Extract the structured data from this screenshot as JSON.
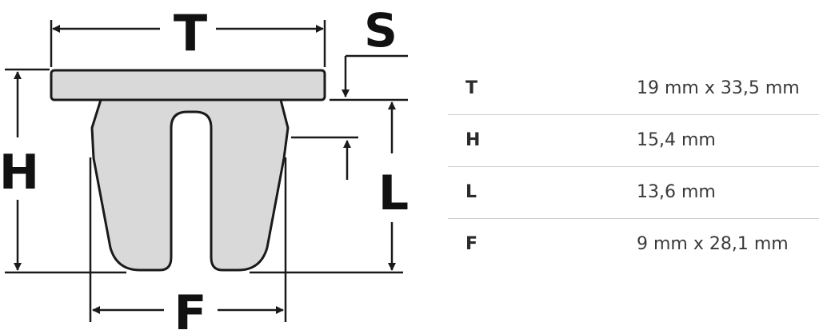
{
  "diagram": {
    "labels": {
      "t": "T",
      "s": "S",
      "h": "H",
      "l": "L",
      "f": "F"
    },
    "part_fill": "#d9d9d9",
    "line_color": "#1a1a1a"
  },
  "specs": [
    {
      "key": "T",
      "value": "19 mm x 33,5 mm"
    },
    {
      "key": "H",
      "value": "15,4 mm"
    },
    {
      "key": "L",
      "value": "13,6 mm"
    },
    {
      "key": "F",
      "value": "9 mm x 28,1 mm"
    }
  ]
}
